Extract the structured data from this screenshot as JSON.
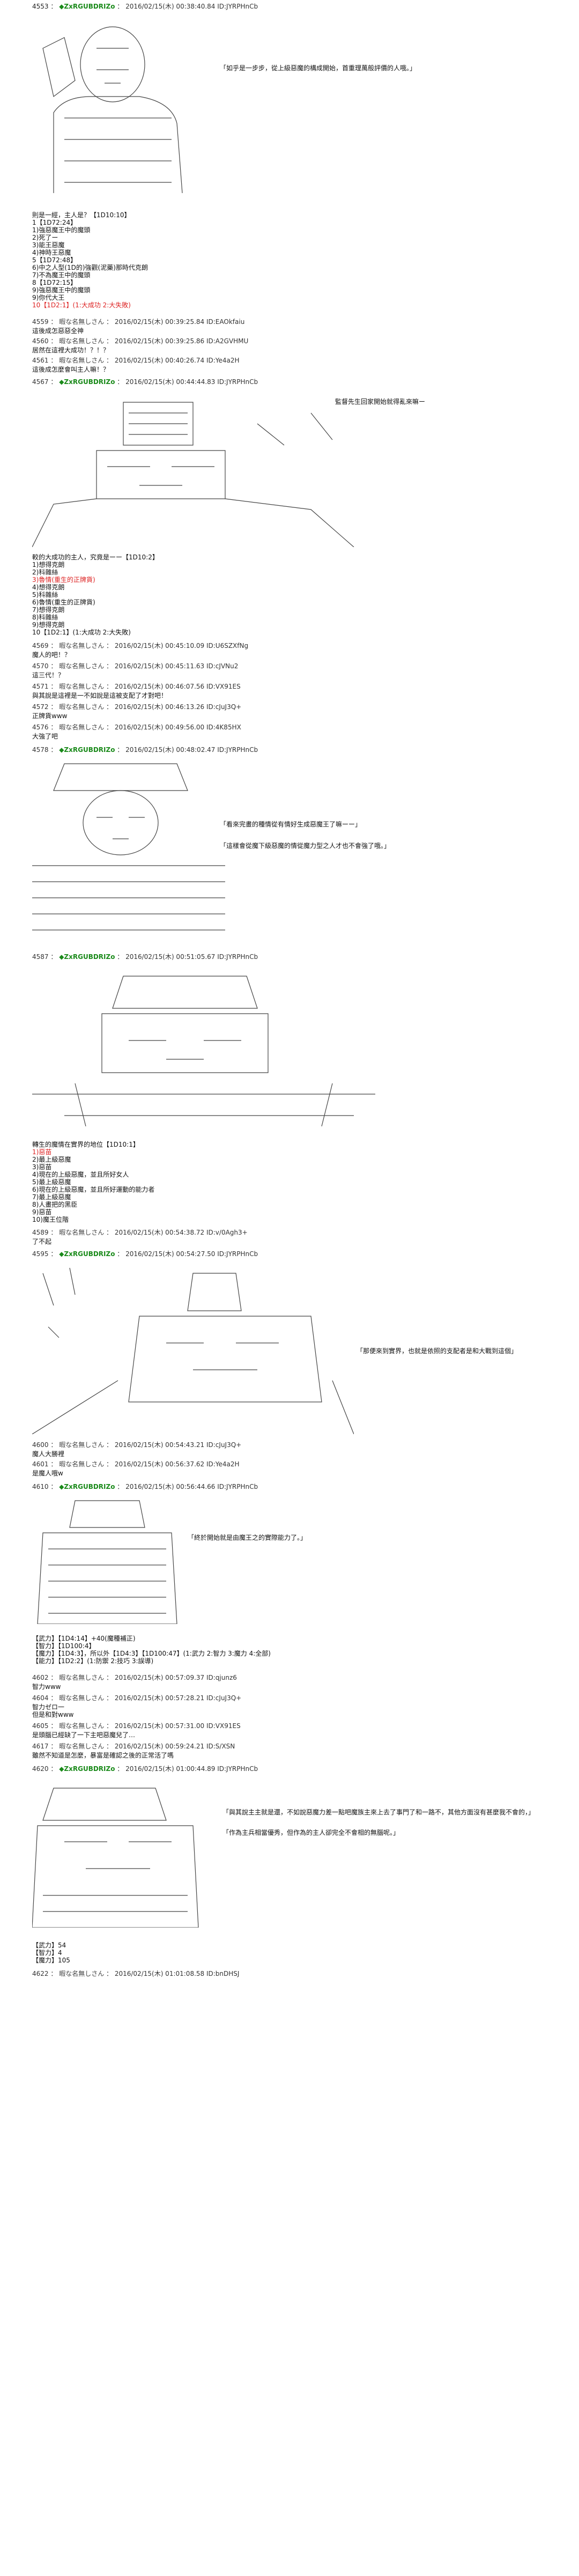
{
  "posts": [
    {
      "num": "4553",
      "name": "◆ZxRGUBDRIZo",
      "date": "2016/02/15(木) 00:38:40.84 ID:JYRPHnCb",
      "bubble": "「如乎是一步步，從上級惡魔的構成開始，首重理萬般評價的人哦。」",
      "lines": [
        "",
        ""
      ]
    },
    {
      "num": "",
      "name": "",
      "date": "",
      "lines": [
        "則是一經，主人是？【1D10:10】",
        "1【1D72:24】",
        "1)強惡魔王中的魔頭",
        "2)死了ー",
        "3)能王惡魔",
        "4)神時王惡魔",
        "5【1D72:48】",
        "6)中之人型(1D的)強觀(泥藥)那時代克朗",
        "7)不為魔王中的魔頭",
        "8【1D72:15】",
        "9)強惡魔王中的魔頭",
        "9)你代大王",
        "10【1D2:1】(1:大成功 2:大失敗)"
      ]
    },
    {
      "num": "4559",
      "name": "暇な名無しさん",
      "date": "2016/02/15(木) 00:39:25.84 ID:EAOkfaiu",
      "lines": [
        "這後成怎惡惡全神"
      ]
    },
    {
      "num": "4560",
      "name": "暇な名無しさん",
      "date": "2016/02/15(木) 00:39:25.86 ID:A2GVHMU",
      "lines": [
        "居然在這裡大成功！？！？"
      ]
    },
    {
      "num": "4561",
      "name": "暇な名無しさん",
      "date": "2016/02/15(木) 00:40:26.74 ID:Ye4a2H",
      "lines": [
        "這後成怎麼會叫主人嘛！？"
      ]
    },
    {
      "num": "4567",
      "name": "◆ZxRGUBDRIZo",
      "date": "2016/02/15(木) 00:44:44.83 ID:JYRPHnCb",
      "bubble": "監督先生回家開始就得亂來嘛ー",
      "lines": [
        "",
        ""
      ]
    },
    {
      "num": "",
      "name": "",
      "date": "",
      "lines": [
        "較的大成功的主人，究竟是ーー【1D10:2】",
        "1)想得克朗",
        "2)科雜絲"
      ],
      "red": "3)魯情(重生的正牌貨)",
      "more": [
        "4)想得克朗",
        "5)科雜絲",
        "6)魯情(重生的正牌貨)",
        "7)想得克朗",
        "8)科雜絲",
        "9)想得克朗",
        "10【1D2:1】(1:大成功 2:大失敗)"
      ]
    },
    {
      "num": "4569",
      "name": "暇な名無しさん",
      "date": "2016/02/15(木) 00:45:10.09 ID:U6SZXfNg",
      "lines": [
        "魔人的吧！？"
      ]
    },
    {
      "num": "4570",
      "name": "暇な名無しさん",
      "date": "2016/02/15(木) 00:45:11.63 ID:cJVNu2",
      "lines": [
        "這三代！？"
      ]
    },
    {
      "num": "4571",
      "name": "暇な名無しさん",
      "date": "2016/02/15(木) 00:46:07.56 ID:VX91ES",
      "lines": [
        "與其說是這裡是一不如說是這被支配了才對吧！"
      ]
    },
    {
      "num": "4572",
      "name": "暇な名無しさん",
      "date": "2016/02/15(木) 00:46:13.26 ID:cJuJ3Q+",
      "lines": [
        "正牌貨www"
      ]
    },
    {
      "num": "4576",
      "name": "暇な名無しさん",
      "date": "2016/02/15(木) 00:49:56.00 ID:4K85HX",
      "lines": [
        "大強了吧"
      ]
    },
    {
      "num": "4578",
      "name": "◆ZxRGUBDRIZo",
      "date": "2016/02/15(木) 00:48:02.47 ID:JYRPHnCb",
      "bubble": "「看來完畫的種情從有情好生成惡魔王了嘛ーー」",
      "bubble2": "「這樣會從魔下級惡魔的情從魔力型之人才也不會強了哦。」",
      "lines": []
    },
    {
      "num": "4587",
      "name": "◆ZxRGUBDRIZo",
      "date": "2016/02/15(木) 00:51:05.67 ID:JYRPHnCb",
      "lines": []
    },
    {
      "num": "",
      "name": "",
      "date": "",
      "lines": [
        "轉生的魔情在實界的地位【1D10:1】"
      ],
      "red": "1)惡苗",
      "more": [
        "2)最上級惡魔",
        "3)惡苗",
        "4)現在的上級惡魔，並且所好女人",
        "5)最上級惡魔",
        "6)現在的上級惡魔，並且所好運動的能力者",
        "7)最上級惡魔",
        "8)人畫把的黑臣",
        "9)惡苗",
        "10)魔王位階"
      ]
    },
    {
      "num": "4589",
      "name": "暇な名無しさん",
      "date": "2016/02/15(木) 00:54:38.72 ID:v/0Agh3+",
      "lines": [
        "了不起"
      ]
    },
    {
      "num": "4595",
      "name": "◆ZxRGUBDRIZo",
      "date": "2016/02/15(木) 00:54:27.50 ID:JYRPHnCb",
      "bubble": "「那便來到實界，也就是依照的支配者是和大戰到這個」",
      "lines": []
    },
    {
      "num": "4600",
      "name": "暇な名無しさん",
      "date": "2016/02/15(木) 00:54:43.21 ID:cJuJ3Q+",
      "lines": [
        "魔人大勝裡"
      ]
    },
    {
      "num": "4601",
      "name": "暇な名無しさん",
      "date": "2016/02/15(木) 00:56:37.62 ID:Ye4a2H",
      "lines": [
        "是魔人哦w"
      ]
    },
    {
      "num": "4610",
      "name": "◆ZxRGUBDRIZo",
      "date": "2016/02/15(木) 00:56:44.66 ID:JYRPHnCb",
      "bubble": "「終於開始就是由魔王之的實際能力了。」",
      "lines": []
    },
    {
      "num": "",
      "name": "",
      "date": "",
      "lines": [
        "【武力】【1D4:14】+40(魔種補正)",
        "【智力】【1D100:4】",
        "【魔力】【1D4:3】，所以外【1D4:3】【1D100:47】(1:武力 2:智力 3:魔力 4:全部)",
        "【能力】【1D2:2】(1:防禦 2:技巧 3:誤導)"
      ]
    },
    {
      "num": "4602",
      "name": "暇な名無しさん",
      "date": "2016/02/15(木) 00:57:09.37 ID:qjunz6",
      "lines": [
        "智力www"
      ]
    },
    {
      "num": "4604",
      "name": "暇な名無しさん",
      "date": "2016/02/15(木) 00:57:28.21 ID:cJuJ3Q+",
      "lines": [
        "智力ゼロ一",
        "但是和對www"
      ]
    },
    {
      "num": "4605",
      "name": "暇な名無しさん",
      "date": "2016/02/15(木) 00:57:31.00 ID:VX91ES",
      "lines": [
        "是頭腦已經缺了一下主吧惡魔兒了…"
      ]
    },
    {
      "num": "4617",
      "name": "暇な名無しさん",
      "date": "2016/02/15(木) 00:59:24.21 ID:S/XSN",
      "lines": [
        "雖然不知道是怎麼，暴富是確認之後的正常活了嗎"
      ]
    },
    {
      "num": "4620",
      "name": "◆ZxRGUBDRIZo",
      "date": "2016/02/15(木) 01:00:44.89 ID:JYRPHnCb",
      "bubble": "「與其說主主就是還，不如說惡魔力差一點吧魔族主來上去了事門了和一路不，其他方面沒有甚麼我不會的，」",
      "bubble2": "「作為主兵相當優秀，但作為的主人卻完全不會相的無腦呢。」",
      "lines": []
    },
    {
      "num": "",
      "name": "",
      "date": "",
      "lines": [
        "【武力】54",
        "【智力】4",
        "【魔力】105"
      ]
    },
    {
      "num": "4622",
      "name": "暇な名無しさん",
      "date": "2016/02/15(木) 01:01:08.58 ID:bnDHSJ",
      "lines": []
    }
  ]
}
